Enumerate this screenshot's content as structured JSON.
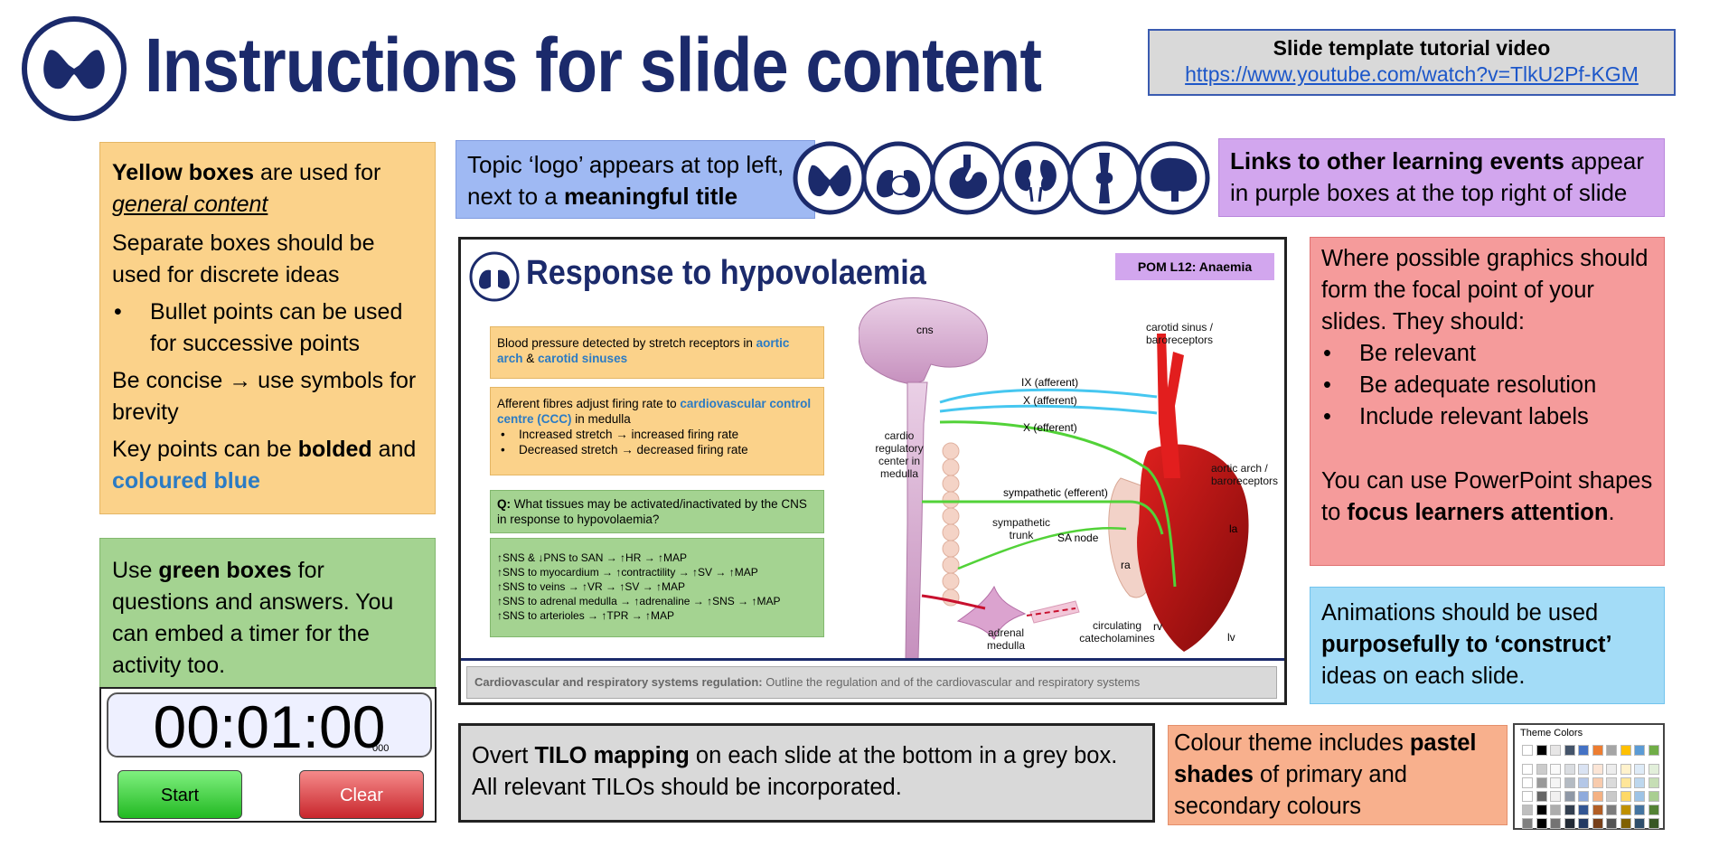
{
  "header": {
    "title": "Instructions for slide content"
  },
  "tutorial": {
    "heading": "Slide template tutorial video",
    "link": "https://www.youtube.com/watch?v=TlkU2Pf-KGM"
  },
  "yellow": {
    "p1a": "Yellow boxes",
    "p1b": " are used for ",
    "p1c": "general content",
    "p2": "Separate boxes should be used for discrete ideas",
    "bullet": "Bullet points can be used for successive points",
    "p3": "Be concise → use symbols for brevity",
    "p4a": "Key points can be ",
    "p4b": "bolded",
    "p4c": " and ",
    "p4d": "coloured blue"
  },
  "green": {
    "a": "Use ",
    "b": "green boxes",
    "c": " for questions and answers. You can embed a timer for the activity too."
  },
  "timer": {
    "display": "00:01:00",
    "ms": "000",
    "start": "Start",
    "clear": "Clear"
  },
  "topic": {
    "a": "Topic ‘logo’ appears at top left, next to a ",
    "b": "meaningful title"
  },
  "purple": {
    "a": "Links to other learning events",
    "b": " appear in purple boxes at the top right of slide"
  },
  "red": {
    "intro": "Where possible graphics should form the focal point of your slides. They should:",
    "bullets": [
      "Be relevant",
      "Be adequate resolution",
      "Include relevant labels"
    ],
    "p2a": "You can use PowerPoint shapes to ",
    "p2b": "focus learners attention",
    "p2c": "."
  },
  "cyan": {
    "a": "Animations should be used ",
    "b": "purposefully to ‘construct’",
    "c": " ideas on each slide."
  },
  "grey": {
    "a": "Overt ",
    "b": "TILO mapping",
    "c": " on each slide at the bottom in a grey box. All relevant TILOs should be incorporated."
  },
  "orange": {
    "a": "Colour theme includes ",
    "b": "pastel shades",
    "c": " of primary and secondary colours"
  },
  "theme": {
    "label": "Theme Colors"
  },
  "slide": {
    "title": "Response to hypovolaemia",
    "tag": "POM L12: Anaemia",
    "b1a": "Blood pressure detected by stretch receptors in ",
    "b1b": "aortic arch",
    "b1c": " & ",
    "b1d": "carotid sinuses",
    "b2a": "Afferent fibres adjust firing rate to ",
    "b2b": "cardiovascular control centre (CCC)",
    "b2c": " in medulla",
    "b2bul": [
      "Increased stretch → increased firing rate",
      "Decreased stretch → decreased firing rate"
    ],
    "qa": "Q:",
    "qb": " What tissues may be activated/inactivated by the CNS in response to hypovolaemia?",
    "ans": [
      "↑SNS & ↓PNS to SAN → ↑HR → ↑MAP",
      "↑SNS to myocardium → ↑contractility → ↑SV → ↑MAP",
      "↑SNS to veins → ↑VR → ↑SV → ↑MAP",
      "↑SNS to adrenal medulla → ↑adrenaline → ↑SNS → ↑MAP",
      "↑SNS to arterioles → ↑TPR → ↑MAP"
    ],
    "tiloa": "Cardiovascular and respiratory systems regulation:",
    "tilob": " Outline the regulation and of the cardiovascular and respiratory systems",
    "labels": {
      "cns": "cns",
      "carotid": "carotid sinus / baroreceptors",
      "ix": "IX (afferent)",
      "xa": "X (afferent)",
      "xe": "X (efferent)",
      "cardio": "cardio regulatory center in medulla",
      "symp": "sympathetic (efferent)",
      "trunk": "sympathetic trunk",
      "sa": "SA node",
      "aortic": "aortic arch / baroreceptors",
      "la": "la",
      "ra": "ra",
      "rv": "rv",
      "lv": "lv",
      "adrenal": "adrenal medulla",
      "circ": "circulating catecholamines"
    }
  },
  "colors": {
    "navy": "#1b2a6b",
    "yellow": "#fbd28a",
    "green": "#a4d391",
    "blue": "#9fb9f3",
    "purple": "#d2a6ee",
    "red": "#f59b9b",
    "cyan": "#a3dcf7",
    "orange": "#f8b08d",
    "grey": "#d9d9d9"
  },
  "icons": [
    "thyroid-icon",
    "lungs-heart-icon",
    "stomach-icon",
    "kidneys-icon",
    "knee-joint-icon",
    "brain-icon"
  ]
}
